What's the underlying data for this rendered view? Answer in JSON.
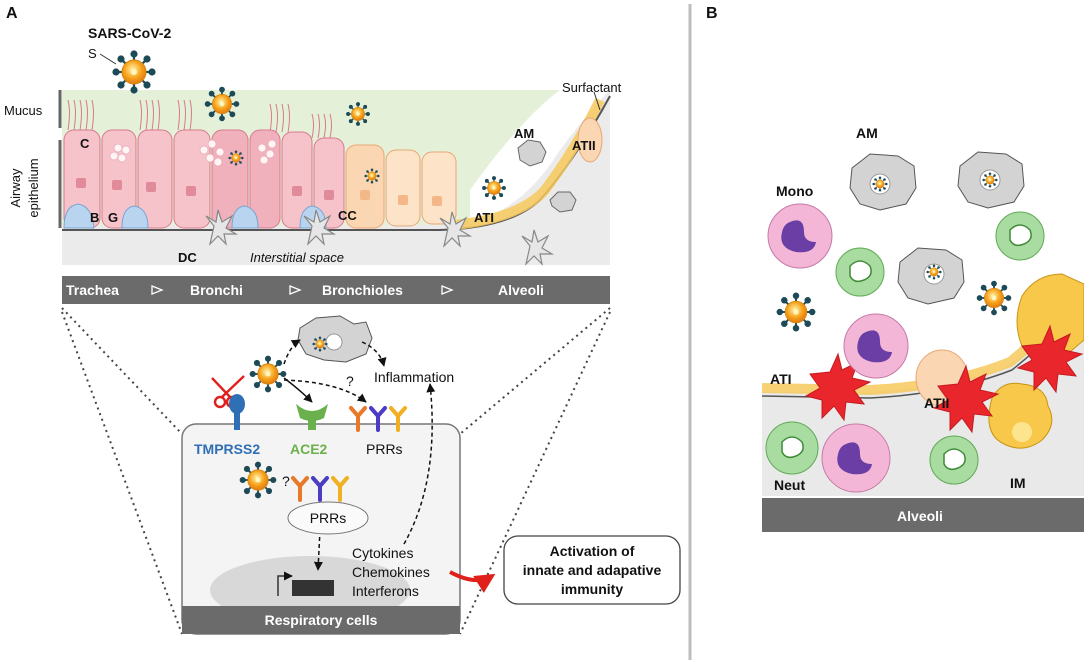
{
  "panel_a": {
    "letter": "A",
    "virus_label": "SARS-CoV-2",
    "spike_label": "S",
    "mucus_label": "Mucus",
    "epithelium_label_1": "Airway",
    "epithelium_label_2": "epithelium",
    "surfactant_label": "Surfactant",
    "cell_c": "C",
    "cell_b": "B",
    "cell_g": "G",
    "cell_cc": "CC",
    "cell_dc": "DC",
    "cell_am": "AM",
    "cell_ati": "ATI",
    "cell_atii": "ATII",
    "interstitial": "Interstitial space",
    "regions": [
      "Trachea",
      "Bronchi",
      "Bronchioles",
      "Alveoli"
    ],
    "question_mark": "?",
    "inflammation": "Inflammation",
    "tmprss2": "TMPRSS2",
    "ace2": "ACE2",
    "prrs": "PRRs",
    "cytokines": "Cytokines",
    "chemokines": "Chemokines",
    "interferons": "Interferons",
    "respiratory_cells": "Respiratory cells",
    "activation_line1": "Activation of",
    "activation_line2": "innate and adapative",
    "activation_line3": "immunity"
  },
  "panel_b": {
    "letter": "B",
    "am": "AM",
    "mono": "Mono",
    "ati": "ATI",
    "atii": "ATII",
    "neut": "Neut",
    "im": "IM",
    "alveoli": "Alveoli"
  },
  "colors": {
    "tmprss2": "#2f6fb5",
    "ace2": "#6ab04c",
    "arrow_red": "#e0201b",
    "bar": "#6b6b6b"
  }
}
